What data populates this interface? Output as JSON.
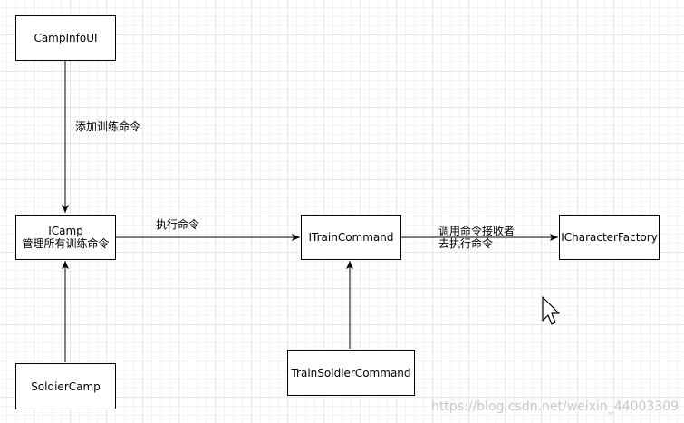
{
  "nodes": {
    "camp_info_ui": {
      "label": "CampInfoUI"
    },
    "icamp": {
      "line1": "ICamp",
      "line2": "管理所有训练命令"
    },
    "soldier_camp": {
      "label": "SoldierCamp"
    },
    "itrain_command": {
      "label": "ITrainCommand"
    },
    "train_soldier_command": {
      "label": "TrainSoldierCommand"
    },
    "icharacter_factory": {
      "label": "ICharacterFactory"
    }
  },
  "edges": {
    "add_command": "添加训练命令",
    "execute_command": "执行命令",
    "invoke_receiver_line1": "调用命令接收者",
    "invoke_receiver_line2": "去执行命令"
  },
  "watermark": "https://blog.csdn.net/weixin_44003309",
  "cursor": {
    "icon": "pointer-arrow-icon"
  },
  "colors": {
    "stroke": "#000000",
    "grid": "#e6e6e6",
    "watermark": "#c8c8c8"
  }
}
